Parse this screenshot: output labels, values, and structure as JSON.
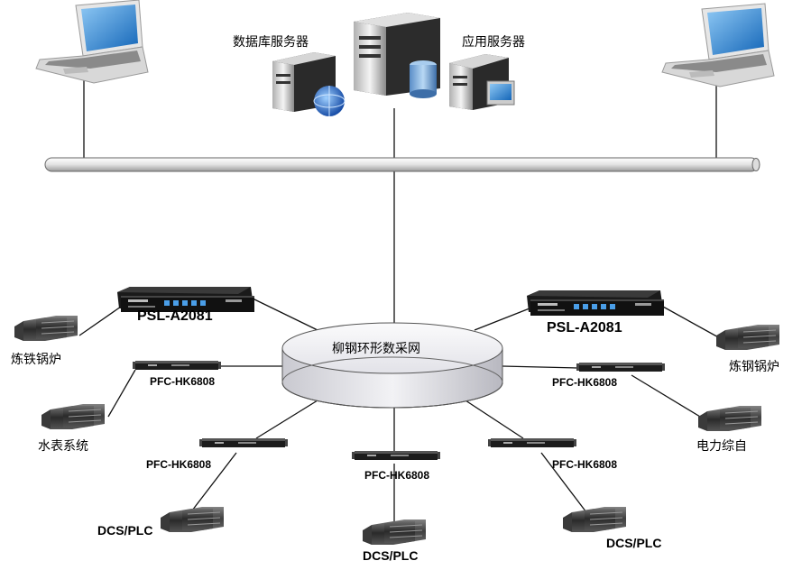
{
  "servers": {
    "db_label": "数据库服务器",
    "app_label": "应用服务器"
  },
  "ring_label": "柳钢环形数采网",
  "devices": {
    "psl_left": "PSL-A2081",
    "psl_right": "PSL-A2081",
    "pfc_left_top": "PFC-HK6808",
    "pfc_right_top": "PFC-HK6808",
    "pfc_bottom_left": "PFC-HK6808",
    "pfc_bottom_center": "PFC-HK6808",
    "pfc_bottom_right": "PFC-HK6808"
  },
  "endpoints": {
    "iron_furnace": "炼铁锅炉",
    "steel_furnace": "炼钢锅炉",
    "water_meter": "水表系统",
    "power": "电力综自",
    "dcs_left": "DCS/PLC",
    "dcs_center": "DCS/PLC",
    "dcs_right": "DCS/PLC"
  },
  "colors": {
    "rack": "#1a1a1a",
    "ring_fill": "#e9e9ee",
    "screen": "#1e78c8",
    "bus": "#eeeeee"
  }
}
